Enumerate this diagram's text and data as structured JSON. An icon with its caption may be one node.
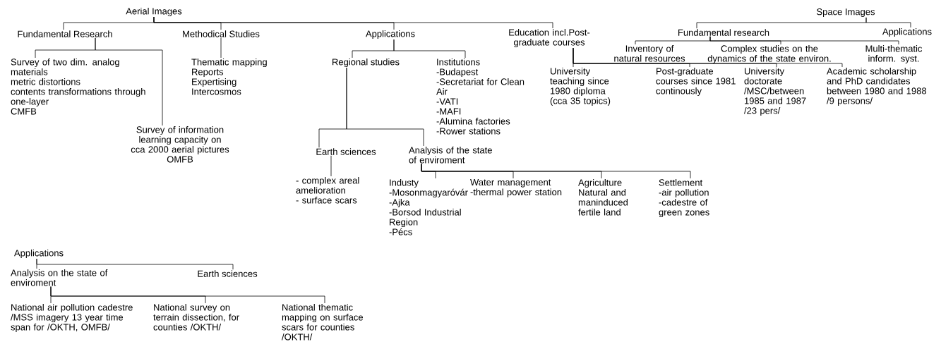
{
  "diagram": {
    "nodes": [
      {
        "text": [
          "Aerial Images"
        ]
      },
      {
        "text": [
          "Fundamental Research"
        ]
      },
      {
        "text": [
          "Methodical Studies"
        ]
      },
      {
        "text": [
          "Applications"
        ]
      },
      {
        "text": [
          "Education incl.Post-graduate courses"
        ]
      },
      {
        "text": [
          "Survey of two dim. analog materials",
          "metric distortions",
          "contents transformations through one-layer",
          "CMFB"
        ]
      },
      {
        "text": [
          "Survey of information learning capacity on cca 2000 aerial pictures",
          "OMFB"
        ]
      },
      {
        "text": [
          "Thematic mapping",
          "Reports",
          "Expertising",
          "Intercosmos"
        ]
      },
      {
        "text": [
          "Regional studies"
        ]
      },
      {
        "text": [
          "Institutions",
          "-Budapest",
          "-Secretariat for Clean Air",
          "-VATI",
          "-MAFI",
          "-Alumina factories",
          "-Rower stations"
        ]
      },
      {
        "text": [
          "Earth sciences"
        ]
      },
      {
        "text": [
          "Analysis of the state of enviroment"
        ]
      },
      {
        "text": [
          "- complex areal amelioration",
          "- surface scars"
        ]
      },
      {
        "text": [
          "Industy",
          "-Mosonmagyaróvár",
          "-Ajka",
          "-Borsod Industrial Region",
          "-Pécs"
        ]
      },
      {
        "text": [
          "Water management",
          "-thermal power station"
        ]
      },
      {
        "text": [
          "Agriculture",
          "Natural and maninduced fertile land"
        ]
      },
      {
        "text": [
          "Settlement",
          "-air pollution",
          "-cadestre of green zones"
        ]
      },
      {
        "text": [
          "Space Images"
        ]
      },
      {
        "text": [
          "Fundamental research"
        ]
      },
      {
        "text": [
          "Applications"
        ]
      },
      {
        "text": [
          "Inventory of natural resources"
        ]
      },
      {
        "text": [
          "Complex studies on the dynamics of the state environ."
        ]
      },
      {
        "text": [
          "Multi-thematic inform. syst."
        ]
      },
      {
        "text": [
          "University teaching since 1980 diploma (cca 35 topics)"
        ]
      },
      {
        "text": [
          "Post-graduate courses since 1981 continously"
        ]
      },
      {
        "text": [
          "University doctorate /MSC/between 1985 and 1987 /23 pers/"
        ]
      },
      {
        "text": [
          "Academic scholarship and PhD candidates between 1980 and 1988 /9 persons/"
        ]
      },
      {
        "text": [
          "Applications"
        ]
      },
      {
        "text": [
          "Analysis on the state of enviroment"
        ]
      },
      {
        "text": [
          "Earth sciences"
        ]
      },
      {
        "text": [
          "National air pollution cadestre /MSS imagery 13 year time span for /OKTH, OMFB/"
        ]
      },
      {
        "text": [
          "National survey on terrain dissection, for counties /OKTH/"
        ]
      },
      {
        "text": [
          "National thematic mapping on surface scars for counties /OKTH/"
        ]
      }
    ],
    "edges": [
      {
        "from": 0,
        "to": 1,
        "arrow": "none"
      },
      {
        "from": 0,
        "to": 2,
        "arrow": "none"
      },
      {
        "from": 0,
        "to": 3,
        "arrow": "none"
      },
      {
        "from": 0,
        "to": 4,
        "arrow": "none"
      },
      {
        "from": 1,
        "to": 5,
        "arrow": "none"
      },
      {
        "from": 1,
        "to": 6,
        "arrow": "none"
      },
      {
        "from": 2,
        "to": 7,
        "arrow": "none"
      },
      {
        "from": 3,
        "to": 8,
        "arrow": "none"
      },
      {
        "from": 3,
        "to": 9,
        "arrow": "none"
      },
      {
        "from": 8,
        "to": 10,
        "arrow": "none"
      },
      {
        "from": 8,
        "to": 11,
        "arrow": "none"
      },
      {
        "from": 10,
        "to": 12,
        "arrow": "none"
      },
      {
        "from": 11,
        "to": 13,
        "arrow": "none"
      },
      {
        "from": 11,
        "to": 14,
        "arrow": "none"
      },
      {
        "from": 11,
        "to": 15,
        "arrow": "none"
      },
      {
        "from": 11,
        "to": 16,
        "arrow": "none"
      },
      {
        "from": 4,
        "to": 23,
        "arrow": "none"
      },
      {
        "from": 4,
        "to": 24,
        "arrow": "none"
      },
      {
        "from": 4,
        "to": 25,
        "arrow": "none"
      },
      {
        "from": 4,
        "to": 26,
        "arrow": "none"
      },
      {
        "from": 17,
        "to": 18,
        "arrow": "none"
      },
      {
        "from": 17,
        "to": 19,
        "arrow": "none"
      },
      {
        "from": 18,
        "to": 20,
        "arrow": "none"
      },
      {
        "from": 18,
        "to": 21,
        "arrow": "none"
      },
      {
        "from": 18,
        "to": 22,
        "arrow": "none"
      },
      {
        "from": 27,
        "to": 28,
        "arrow": "none"
      },
      {
        "from": 27,
        "to": 29,
        "arrow": "none"
      },
      {
        "from": 28,
        "to": 30,
        "arrow": "none"
      },
      {
        "from": 28,
        "to": 31,
        "arrow": "none"
      },
      {
        "from": 28,
        "to": 32,
        "arrow": "none"
      }
    ]
  }
}
